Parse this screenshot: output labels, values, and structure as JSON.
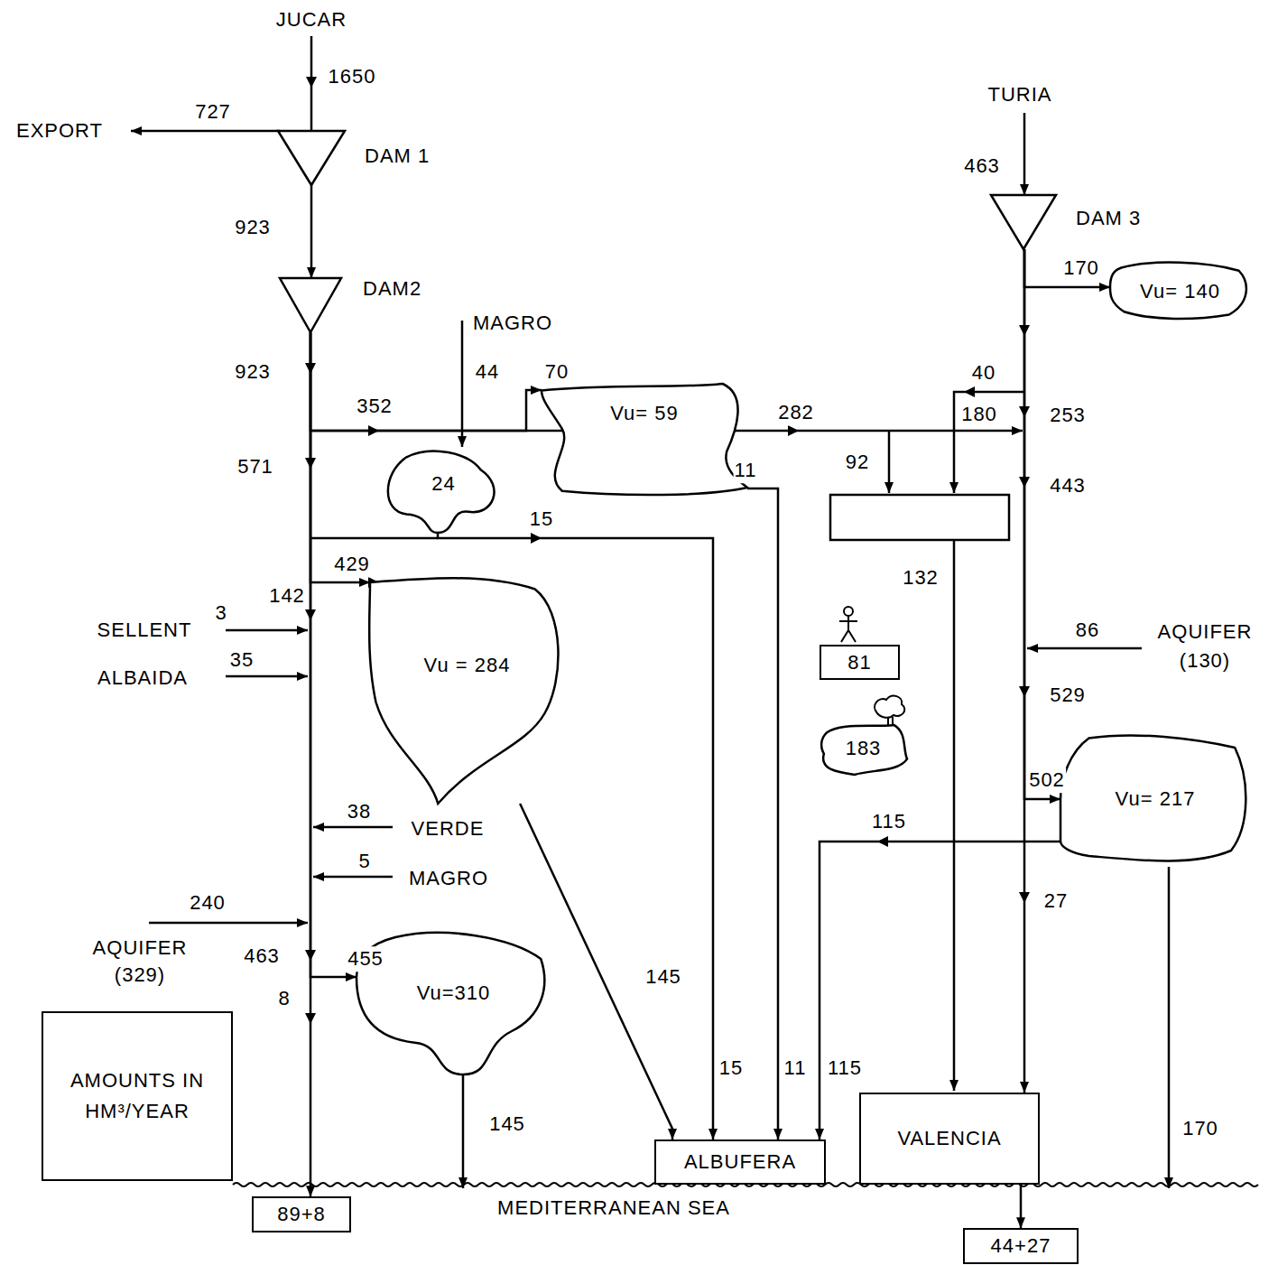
{
  "diagram": {
    "nodes": [
      {
        "text": [
          "DAM 1"
        ]
      },
      {
        "text": [
          "DAM2"
        ]
      },
      {
        "text": [
          "DAM 3"
        ]
      },
      {
        "text": [
          "Vu= 140"
        ]
      },
      {
        "text": [
          "Vu= 59"
        ]
      },
      {
        "text": [
          "24"
        ]
      },
      {
        "text": [
          "Vu = 284"
        ]
      },
      {
        "text": [
          "81"
        ]
      },
      {
        "text": [
          "183"
        ]
      },
      {
        "text": [
          "Vu= 217"
        ]
      },
      {
        "text": [
          "Vu=310"
        ]
      },
      {
        "text": [
          "ALBUFERA"
        ]
      },
      {
        "text": [
          "VALENCIA"
        ]
      },
      {
        "text": [
          "AMOUNTS IN HM³/YEAR"
        ]
      },
      {
        "text": [
          "89+8"
        ]
      },
      {
        "text": [
          "44+27"
        ]
      }
    ],
    "edges": [
      {
        "from": 0,
        "to": 1,
        "label": "923",
        "arrow": "to"
      },
      {
        "from": 1,
        "to": 14,
        "arrow": "to"
      },
      {
        "from": 1,
        "to": 4,
        "label": "70",
        "arrow": "to"
      },
      {
        "from": 1,
        "to": 6,
        "label": "429",
        "arrow": "to"
      },
      {
        "from": 1,
        "to": 10,
        "label": "455",
        "arrow": "to"
      },
      {
        "from": 2,
        "to": 12,
        "arrow": "to"
      },
      {
        "from": 2,
        "to": 3,
        "label": "170",
        "arrow": "to"
      },
      {
        "from": 2,
        "to": 9,
        "label": "502",
        "arrow": "to"
      },
      {
        "from": 5,
        "to": 11,
        "label": "15",
        "arrow": "to"
      },
      {
        "from": 4,
        "to": 11,
        "label": "11",
        "arrow": "to"
      },
      {
        "from": 6,
        "to": 11,
        "label": "145",
        "arrow": "to"
      },
      {
        "from": 9,
        "to": 11,
        "label": "115",
        "arrow": "to"
      },
      {
        "from": 12,
        "to": 15,
        "arrow": "to"
      }
    ],
    "labels": [
      "JUCAR",
      "1650",
      "727",
      "EXPORT",
      "TURIA",
      "463",
      "MAGRO",
      "923",
      "44",
      "40",
      "352",
      "282",
      "180",
      "253",
      "571",
      "92",
      "443",
      "132",
      "142",
      "3",
      "SELLENT",
      "86",
      "AQUIFER",
      "35",
      "(130)",
      "ALBAIDA",
      "529",
      "38",
      "VERDE",
      "5",
      "MAGRO",
      "27",
      "240",
      "AQUIFER",
      "463",
      "(329)",
      "8",
      "15",
      "11",
      "115",
      "145",
      "170",
      "MEDITERRANEAN SEA"
    ]
  }
}
